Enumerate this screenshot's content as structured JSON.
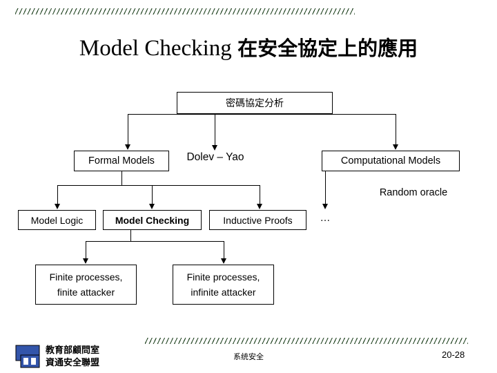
{
  "title": {
    "latin": "Model Checking ",
    "cjk": "在安全協定上的應用"
  },
  "diagram": {
    "nodes": {
      "crypto_analysis": "密碼協定分析",
      "formal_models": "Formal Models",
      "dolev_yao": "Dolev – Yao",
      "computational_models": "Computational Models",
      "random_oracle": "Random oracle",
      "model_logic": "Model Logic",
      "model_checking": "Model Checking",
      "inductive_proofs": "Inductive Proofs",
      "ellipsis": "…",
      "finite_finite_line1": "Finite processes,",
      "finite_finite_line2": "finite attacker",
      "finite_infinite_line1": "Finite processes,",
      "finite_infinite_line2": "infinite attacker"
    }
  },
  "footer": {
    "center": "系统安全",
    "page": "20-28"
  },
  "logo": {
    "line1": "教育部顧問室",
    "line2": "資通安全聯盟"
  },
  "colors": {
    "line": "#000000",
    "text": "#000000",
    "background": "#ffffff",
    "hatch": "#2f4f2f",
    "logo_blue": "#3355aa"
  }
}
